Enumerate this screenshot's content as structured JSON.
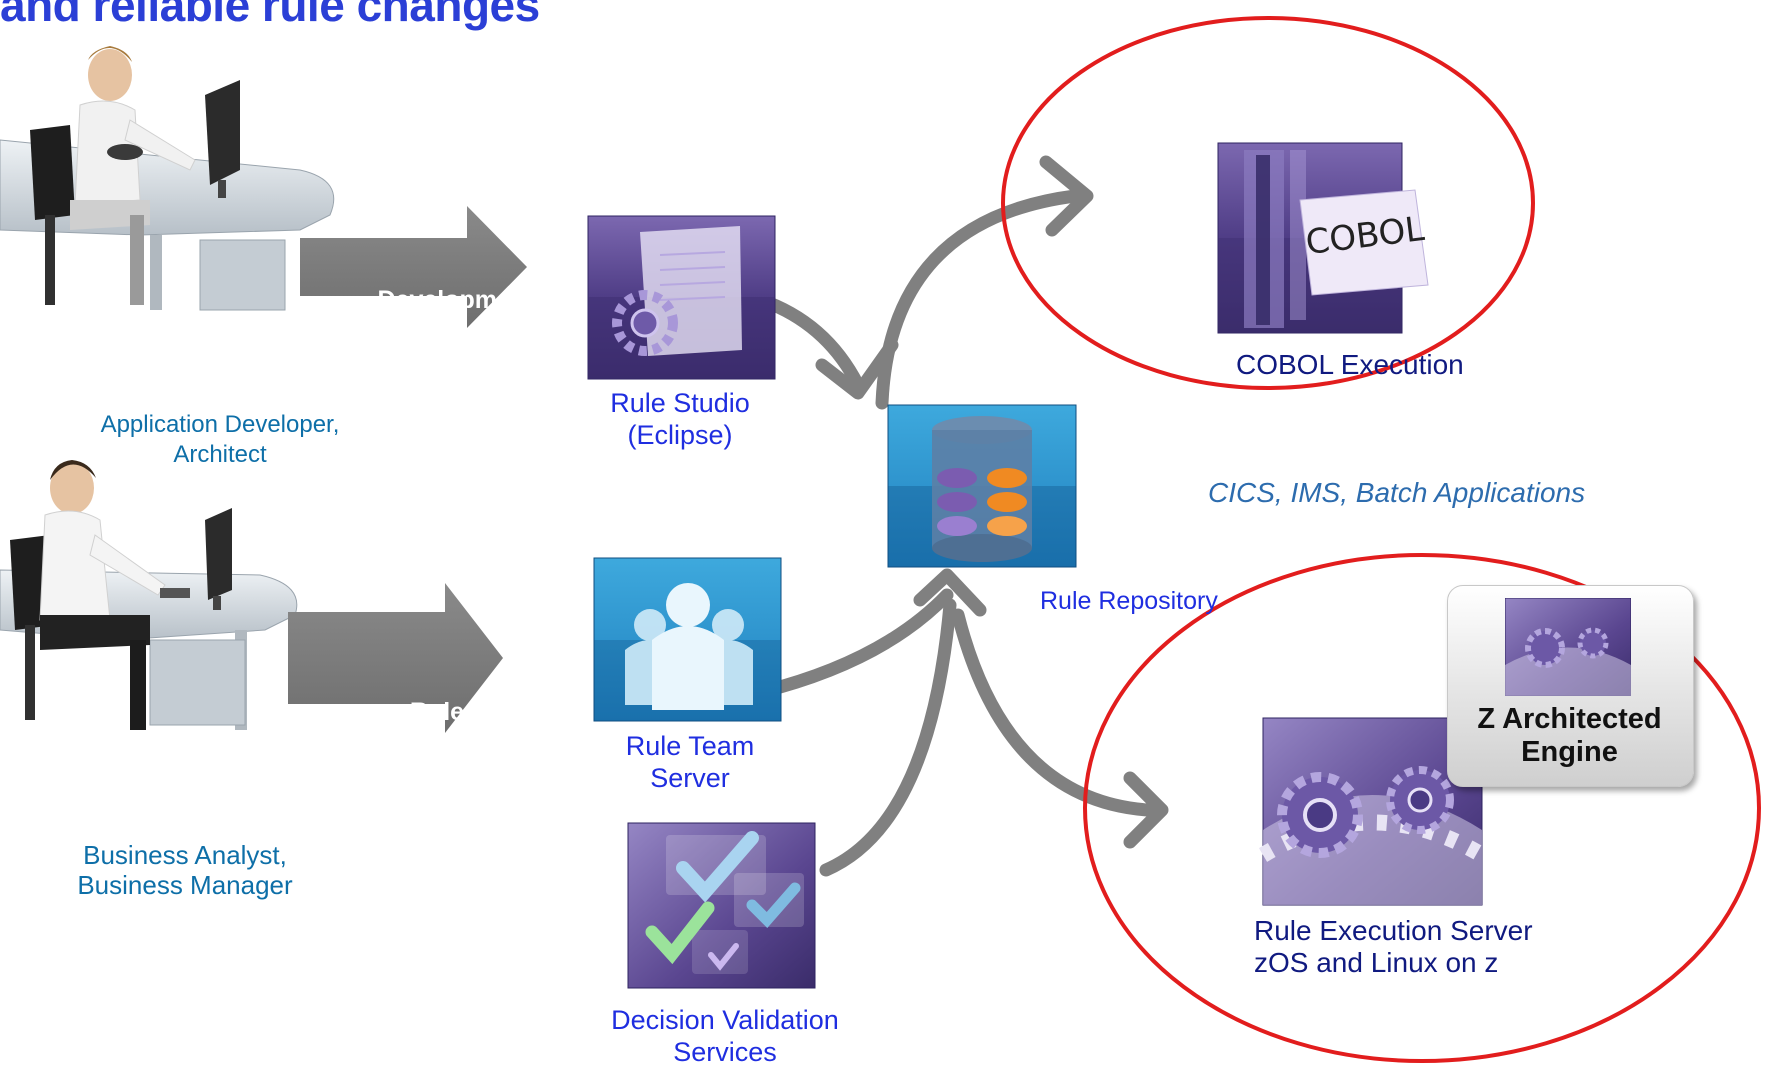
{
  "title": "and reliable rule changes",
  "people": {
    "developer_label": "Application Developer,\nArchitect",
    "analyst_label": "Business Analyst,\nBusiness Manager"
  },
  "arrows": {
    "development": "Development",
    "rule_management": "Rule\nManagement"
  },
  "components": {
    "rule_studio": "Rule Studio\n(Eclipse)",
    "rule_team_server": "Rule Team\nServer",
    "decision_validation": "Decision Validation\nServices",
    "rule_repository": "Rule Repository",
    "cobol_execution": "COBOL Execution",
    "cobol_tag": "COBOL",
    "rule_execution_server": "Rule Execution Server\nzOS and Linux on z",
    "z_engine": "Z Architected\nEngine"
  },
  "note": "CICS, IMS, Batch Applications",
  "colors": {
    "purple": "#5a4690",
    "cyan": "#3aa6d8",
    "grey_arrow": "#7f7f7f",
    "highlight_ellipse": "#e21d1d"
  }
}
